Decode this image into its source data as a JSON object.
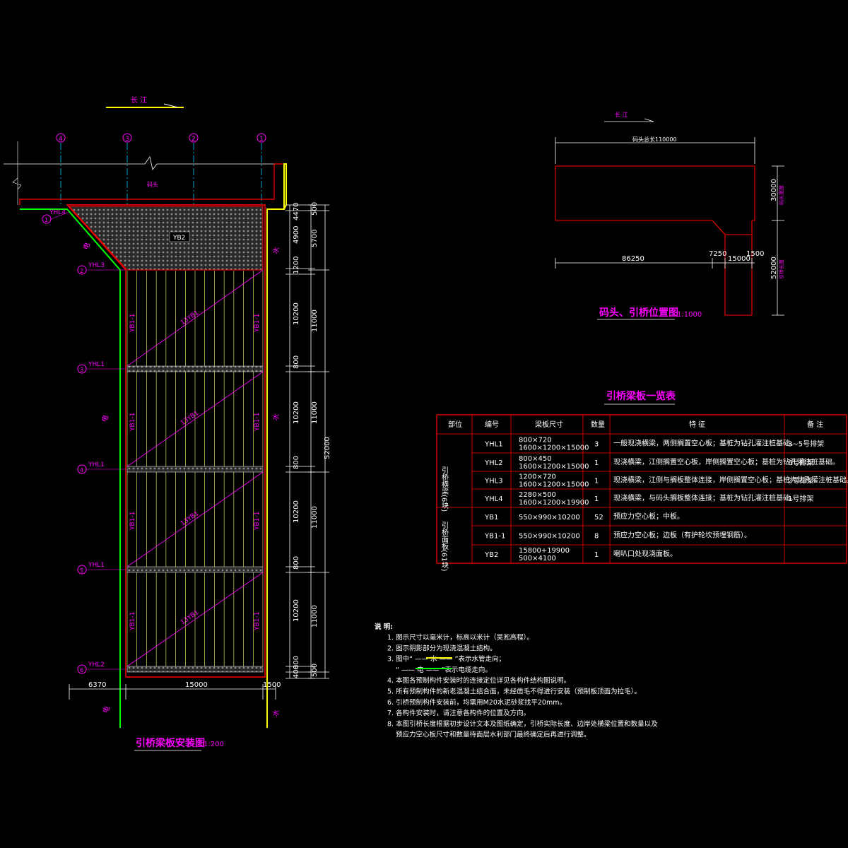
{
  "install_plan": {
    "title": "引桥梁板安装图",
    "scale": "1:200",
    "river_direction": "长 江",
    "wharf_label": "码头",
    "axes": [
      "4",
      "3",
      "2",
      "1"
    ],
    "beams": [
      {
        "code": "YHL4",
        "axis": "1"
      },
      {
        "code": "YHL3",
        "axis": "2"
      },
      {
        "code": "YHL1",
        "axis": "3"
      },
      {
        "code": "YHL1",
        "axis": "4"
      },
      {
        "code": "YHL1",
        "axis": "5"
      },
      {
        "code": "YHL2",
        "axis": "6"
      }
    ],
    "slab_yb2": "YB2",
    "slab_side_left": "YB1-1",
    "slab_side_right": "YB1-1",
    "span_label": "13YB1",
    "cable_label": "电",
    "water_label": "水",
    "dims_outer_left": [
      "4470",
      "4900",
      "1200",
      "10200",
      "800",
      "10200",
      "800",
      "10200",
      "800",
      "10200",
      "800",
      "400"
    ],
    "dims_outer_right": [
      "500",
      "5700",
      "11000",
      "11000",
      "11000",
      "11000",
      "500"
    ],
    "dims_total": "52000",
    "dims_bottom": [
      "6370",
      "15000",
      "1500"
    ]
  },
  "location_plan": {
    "title": "码头、引桥位置图",
    "scale": "1:1000",
    "river_direction": "长 江",
    "wharf_length": "码头总长110000",
    "wharf_width": "30000",
    "wharf_width_note": "码头宽度",
    "bridge_length": "52000",
    "bridge_length_note": "引桥长度",
    "dim_86250": "86250",
    "dim_7250": "7250",
    "dim_15000": "15000",
    "dim_1500": "1500"
  },
  "schedule": {
    "title": "引桥梁板一览表",
    "headers": [
      "部位",
      "编号",
      "梁板尺寸",
      "数量",
      "特 征",
      "备 注"
    ],
    "group1": "引桥横梁(6块)",
    "group2": "引桥面板(61块)",
    "rows": [
      {
        "code": "YHL1",
        "size1": "800×720",
        "size2": "1600×1200×15000",
        "qty": "3",
        "feature": "一般现浇横梁，两侧搁置空心板；基桩为钻孔灌注桩基础。",
        "note": "3~5号排架"
      },
      {
        "code": "YHL2",
        "size1": "800×450",
        "size2": "1600×1200×15000",
        "qty": "1",
        "feature": "现浇横梁，江侧搁置空心板，岸侧搁置空心板；基桩为钻孔灌注桩基础。",
        "note": "6号排架"
      },
      {
        "code": "YHL3",
        "size1": "1200×720",
        "size2": "1600×1200×15000",
        "qty": "1",
        "feature": "现浇横梁，江侧与搁板整体连接，岸侧搁置空心板；基桩为钻孔灌注桩基础。",
        "note": "2号排架"
      },
      {
        "code": "YHL4",
        "size1": "2280×500",
        "size2": "1600×1200×19900",
        "qty": "1",
        "feature": "现浇横梁，与码头搁板整体连接；基桩为钻孔灌注桩基础。",
        "note": "1号排架"
      },
      {
        "code": "YB1",
        "size1": "550×990×10200",
        "size2": "",
        "qty": "52",
        "feature": "预应力空心板；中板。",
        "note": ""
      },
      {
        "code": "YB1-1",
        "size1": "550×990×10200",
        "size2": "",
        "qty": "8",
        "feature": "预应力空心板；边板（有护轮坎预埋钢筋）。",
        "note": ""
      },
      {
        "code": "YB2",
        "size1": "15800+19900",
        "size2": "500×4100",
        "qty": "1",
        "feature": "喇叭口处现浇面板。",
        "note": ""
      }
    ]
  },
  "notes": {
    "heading": "说 明:",
    "lines": [
      "1. 图示尺寸以毫米计，标高以米计（吴淞高程）。",
      "2. 图示阴影部分为现浇混凝土结构。",
      "3. 图中“ —— 水 —— ”表示水管走向；",
      "“ —— 电 —— ”表示电缆走向。",
      "4. 本图各预制构件安装时的连接定位详见各构件结构图说明。",
      "5. 所有预制构件的新老混凝土结合面，未经凿毛不得进行安装（预制板顶面为拉毛）。",
      "6. 引桥预制构件安装前，均需用M20水泥砂浆找平20mm。",
      "7. 各构件安装时，请注意各构件的位置及方向。",
      "8. 本图引桥长度根据初步设计文本及图纸确定，引桥实际长度、边岸处横梁位置和数量以及",
      "预应力空心板尺寸和数量待面层水利部门最终确定后再进行调整。"
    ]
  },
  "colors": {
    "outline": "#ff0000",
    "cable": "#00ff00",
    "water": "#ffff00",
    "label": "#ff00ff",
    "axis": "#00c8ff",
    "text": "#ffffff"
  }
}
